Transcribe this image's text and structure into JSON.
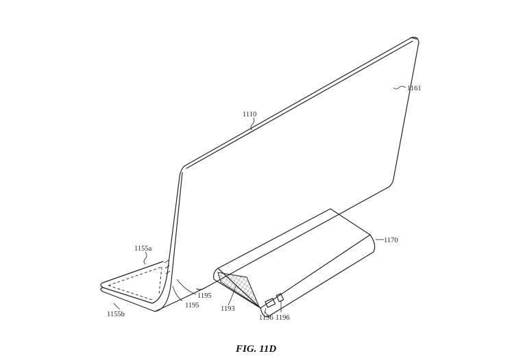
{
  "figure": {
    "caption": "FIG. 11D",
    "labels": {
      "display_back": "1161",
      "display_top_edge": "1110",
      "stand_body": "1170",
      "cover_flap_top": "1155a",
      "cover_flap_bottom": "1155b",
      "hinge_upper": "1195",
      "hinge_lower": "1195",
      "mesh_panel": "1193",
      "port_left": "1196",
      "port_right": "1196"
    }
  }
}
